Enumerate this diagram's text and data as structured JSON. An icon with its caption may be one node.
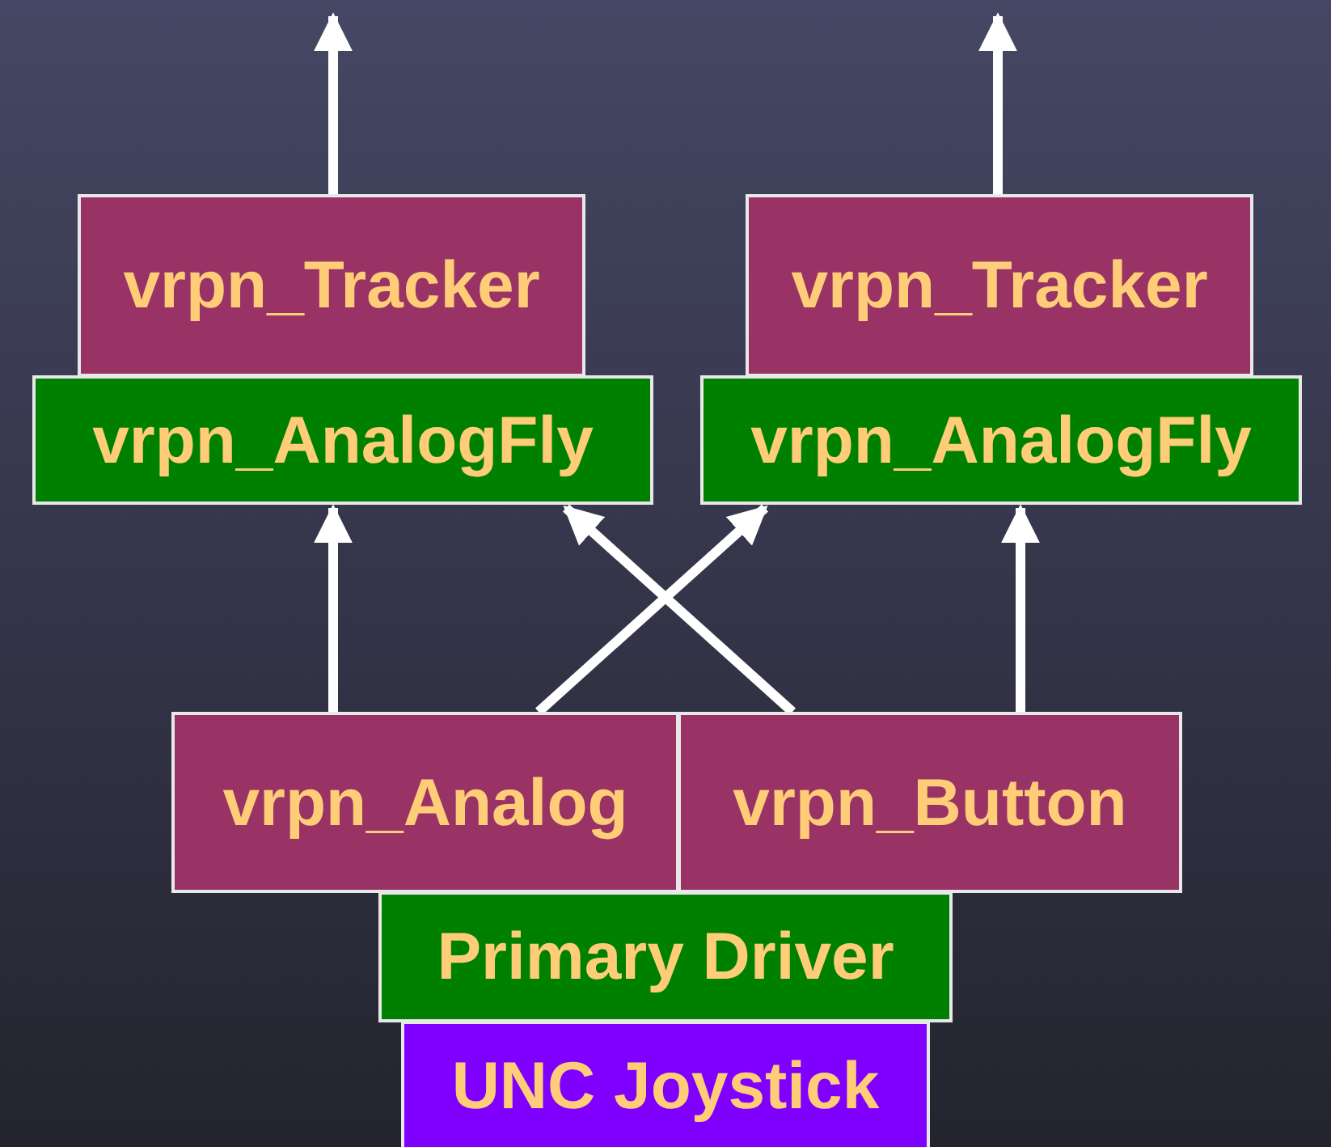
{
  "diagram": {
    "nodes": [
      {
        "text": [
          "vrpn_Tracker"
        ]
      },
      {
        "text": [
          "vrpn_Tracker"
        ]
      },
      {
        "text": [
          "vrpn_AnalogFly"
        ]
      },
      {
        "text": [
          "vrpn_AnalogFly"
        ]
      },
      {
        "text": [
          "vrpn_Analog"
        ]
      },
      {
        "text": [
          "vrpn_Button"
        ]
      },
      {
        "text": [
          "Primary Driver"
        ]
      },
      {
        "text": [
          "UNC Joystick"
        ]
      }
    ],
    "edges": [
      {
        "from": 0,
        "to": null,
        "arrow": "to"
      },
      {
        "from": 1,
        "to": null,
        "arrow": "to"
      },
      {
        "from": 4,
        "to": 2,
        "arrow": "to"
      },
      {
        "from": 4,
        "to": 3,
        "arrow": "to"
      },
      {
        "from": 5,
        "to": 2,
        "arrow": "to"
      },
      {
        "from": 5,
        "to": 3,
        "arrow": "to"
      }
    ]
  }
}
